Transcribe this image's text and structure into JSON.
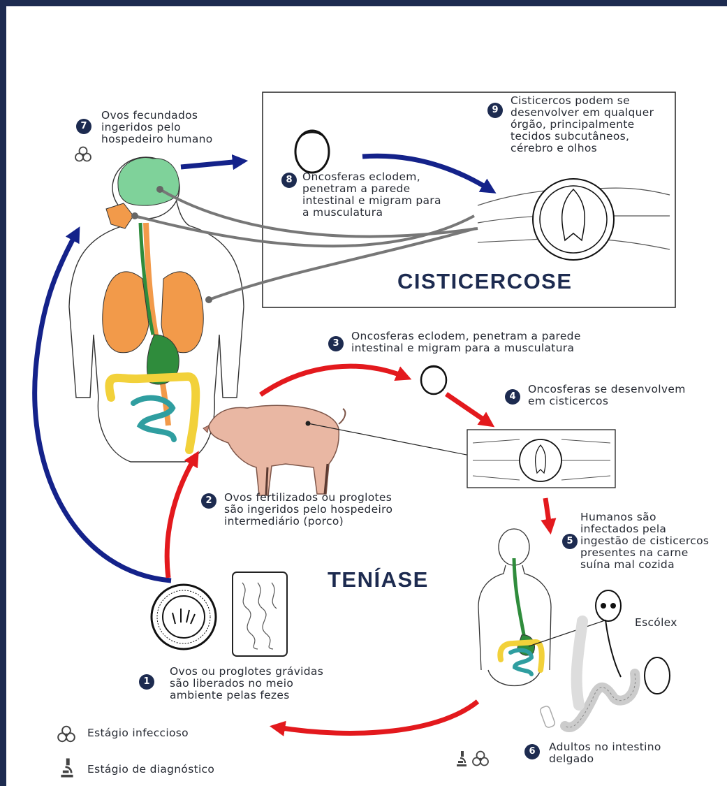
{
  "steps": [
    {
      "num": "1",
      "text": "Ovos ou proglotes grávidas\nsão liberados no meio\nambiente pelas fezes"
    },
    {
      "num": "2",
      "text": "Ovos fertilizados ou proglotes\nsão ingeridos pelo hospedeiro\nintermediário (porco)"
    },
    {
      "num": "3",
      "text": "Oncosferas eclodem, penetram a parede\nintestinal e migram para a musculatura"
    },
    {
      "num": "4",
      "text": "Oncosferas se desenvolvem\nem cisticercos"
    },
    {
      "num": "5",
      "text": "Humanos são\ninfectados pela\ningestão de cisticercos\npresentes na carne\nsuína mal cozida"
    },
    {
      "num": "6",
      "text": "Adultos no intestino\ndelgado"
    },
    {
      "num": "7",
      "text": "Ovos fecundados\ningeridos pelo\nhospedeiro humano"
    },
    {
      "num": "8",
      "text": "Oncosferas eclodem,\npenetram a parede\nintestinal e migram para\na musculatura"
    },
    {
      "num": "9",
      "text": "Cisticercos podem se\ndesenvolver em qualquer\nórgão, principalmente\ntecidos subcutâneos,\ncérebro e olhos"
    }
  ],
  "labels": {
    "cysticercosis": "CISTICERCOSE",
    "taeniasis": "TENÍASE",
    "scolex": "Escólex"
  },
  "legend": {
    "infectious": "Estágio infeccioso",
    "diagnostic": "Estágio de diagnóstico"
  },
  "colors": {
    "frame": "#1d2b50",
    "red_arrow": "#e3191d",
    "blue_arrow": "#14228a",
    "organ_orange": "#f29a4a",
    "organ_green": "#2f8c3c",
    "brain_green": "#7fd29a",
    "colon_yellow": "#f2d13a",
    "intestine_teal": "#2f9ea0",
    "pig": "#e9b7a3"
  },
  "icons": [
    "biohazard-icon",
    "microscope-icon"
  ]
}
